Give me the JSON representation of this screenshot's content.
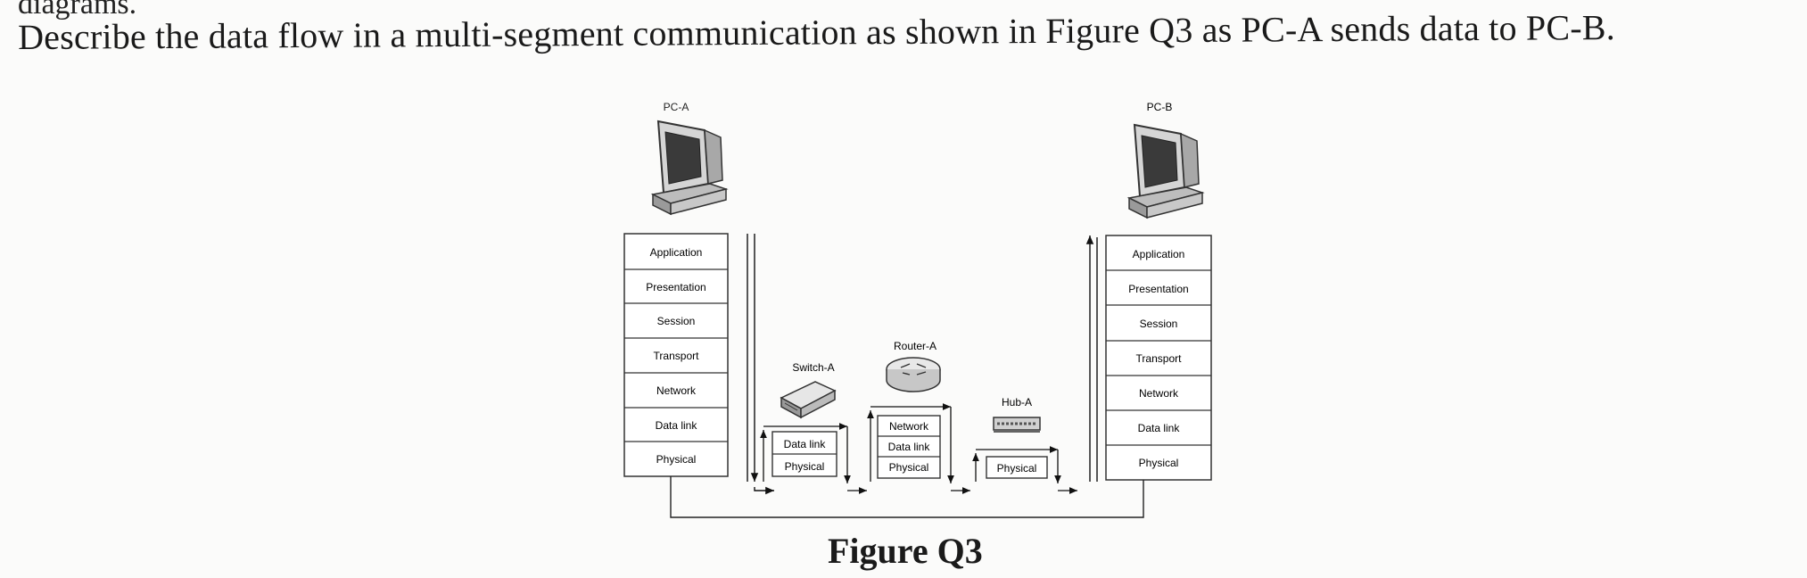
{
  "page": {
    "cut_off_line": "diagrams.",
    "question": "Describe the data flow in a multi-segment communication as shown in Figure Q3 as PC-A sends data to PC-B.",
    "caption": "Figure Q3"
  },
  "diagram": {
    "pc_a": {
      "label": "PC-A",
      "layers": [
        "Application",
        "Presentation",
        "Session",
        "Transport",
        "Network",
        "Data link",
        "Physical"
      ]
    },
    "pc_b": {
      "label": "PC-B",
      "layers": [
        "Application",
        "Presentation",
        "Session",
        "Transport",
        "Network",
        "Data link",
        "Physical"
      ]
    },
    "switch": {
      "label": "Switch-A",
      "layers": [
        "Data link",
        "Physical"
      ]
    },
    "router": {
      "label": "Router-A",
      "layers": [
        "Network",
        "Data link",
        "Physical"
      ]
    },
    "hub": {
      "label": "Hub-A",
      "layers": [
        "Physical"
      ]
    }
  }
}
